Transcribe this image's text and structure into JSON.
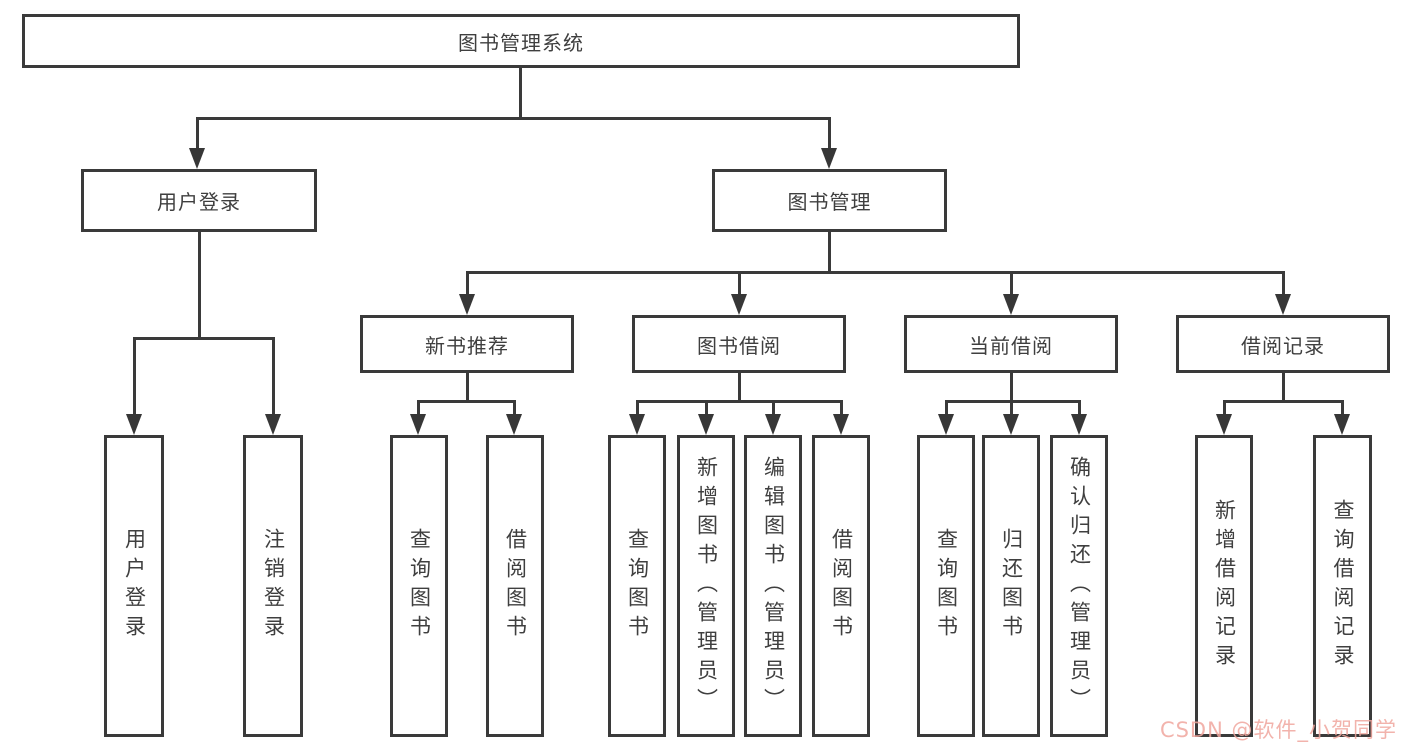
{
  "tree": {
    "root": {
      "label": "图书管理系统"
    },
    "branches": [
      {
        "label": "用户登录",
        "children": [
          {
            "label": "用户登录"
          },
          {
            "label": "注销登录"
          }
        ]
      },
      {
        "label": "图书管理",
        "groups": [
          {
            "label": "新书推荐",
            "children": [
              {
                "label": "查询图书"
              },
              {
                "label": "借阅图书"
              }
            ]
          },
          {
            "label": "图书借阅",
            "children": [
              {
                "label": "查询图书"
              },
              {
                "label": "新增图书（管理员）"
              },
              {
                "label": "编辑图书（管理员）"
              },
              {
                "label": "借阅图书"
              }
            ]
          },
          {
            "label": "当前借阅",
            "children": [
              {
                "label": "查询图书"
              },
              {
                "label": "归还图书"
              },
              {
                "label": "确认归还（管理员）"
              }
            ]
          },
          {
            "label": "借阅记录",
            "children": [
              {
                "label": "新增借阅记录"
              },
              {
                "label": "查询借阅记录"
              }
            ]
          }
        ]
      }
    ]
  },
  "watermark": {
    "text": "CSDN @软件_小贺同学"
  },
  "colors": {
    "line": "#3a3a3a",
    "text": "#3f3f3f",
    "background": "#ffffff",
    "watermark_tint": "#f0a69e"
  }
}
